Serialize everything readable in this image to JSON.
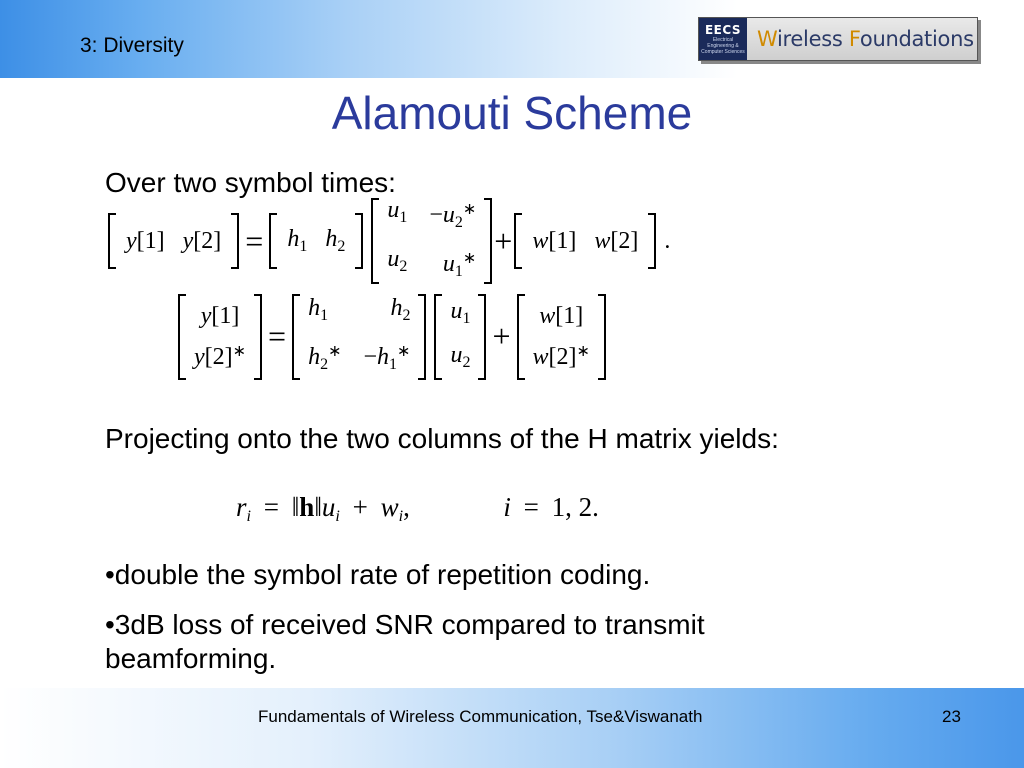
{
  "header": {
    "section_label": "3: Diversity",
    "logo_badge": "EECS",
    "logo_badge_sub": "Electrical Engineering & Computer Sciences",
    "logo_text_1": "W",
    "logo_text_2": "ireless ",
    "logo_text_3": "F",
    "logo_text_4": "oundations"
  },
  "slide": {
    "title": "Alamouti Scheme",
    "intro": "Over two symbol times:",
    "projecting": "Projecting onto the two columns of the H matrix yields:",
    "bullet_1": "•double the symbol rate of repetition coding.",
    "bullet_2": "•3dB loss of received SNR compared to transmit beamforming."
  },
  "equations": {
    "eq1": "[ y[1]  y[2] ] = [ h1  h2 ] [ u1  −u2* ; u2  u1* ] + [ w[1]  w[2] ] .",
    "eq2": "[ y[1] ; y[2]* ] = [ h1  h2 ; h2*  −h1* ] [ u1 ; u2 ] + [ w[1] ; w[2]* ]",
    "eq3": "ri = ‖h‖ui + wi,   i = 1, 2."
  },
  "footer": {
    "citation": "Fundamentals of Wireless Communication, Tse&Viswanath",
    "page_number": "23"
  }
}
